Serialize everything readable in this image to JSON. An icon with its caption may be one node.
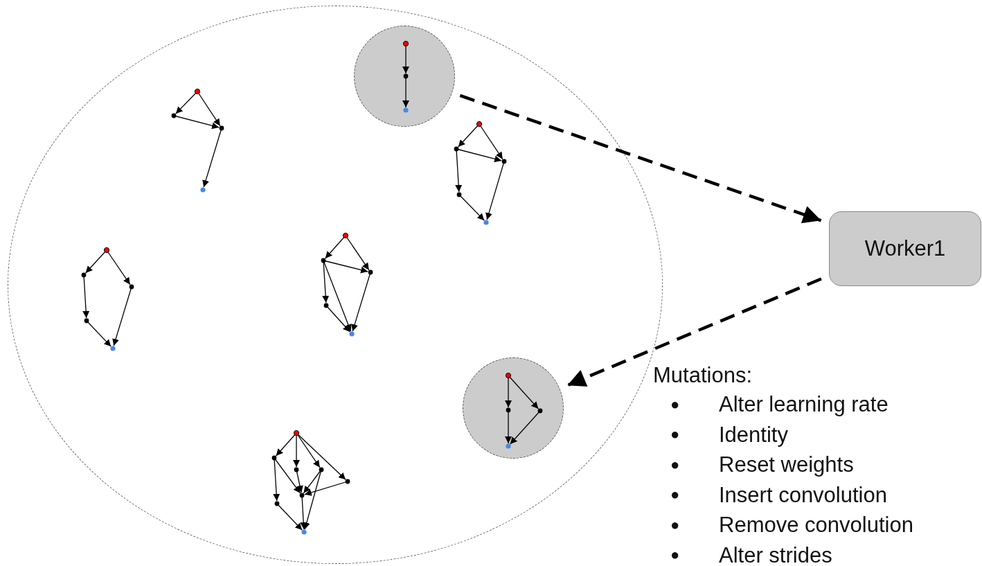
{
  "diagram": {
    "nodes": [
      {
        "text": [],
        "shape": "ellipse"
      },
      {
        "text": [],
        "shape": "circle",
        "in": 0
      },
      {
        "text": [
          "Worker1"
        ]
      },
      {
        "text": [],
        "shape": "circle",
        "in": 0
      }
    ],
    "edges": [
      {
        "from": 1,
        "to": 2,
        "arrow": "to",
        "style": "dashed"
      },
      {
        "from": 2,
        "to": 3,
        "arrow": "to",
        "style": "dashed"
      }
    ],
    "labels": [
      "Mutations:",
      "●",
      "Alter learning rate",
      "●",
      "Identity",
      "●",
      "Reset weights",
      "●",
      "Insert convolution",
      "●",
      "Remove convolution",
      "●",
      "Alter strides"
    ]
  }
}
